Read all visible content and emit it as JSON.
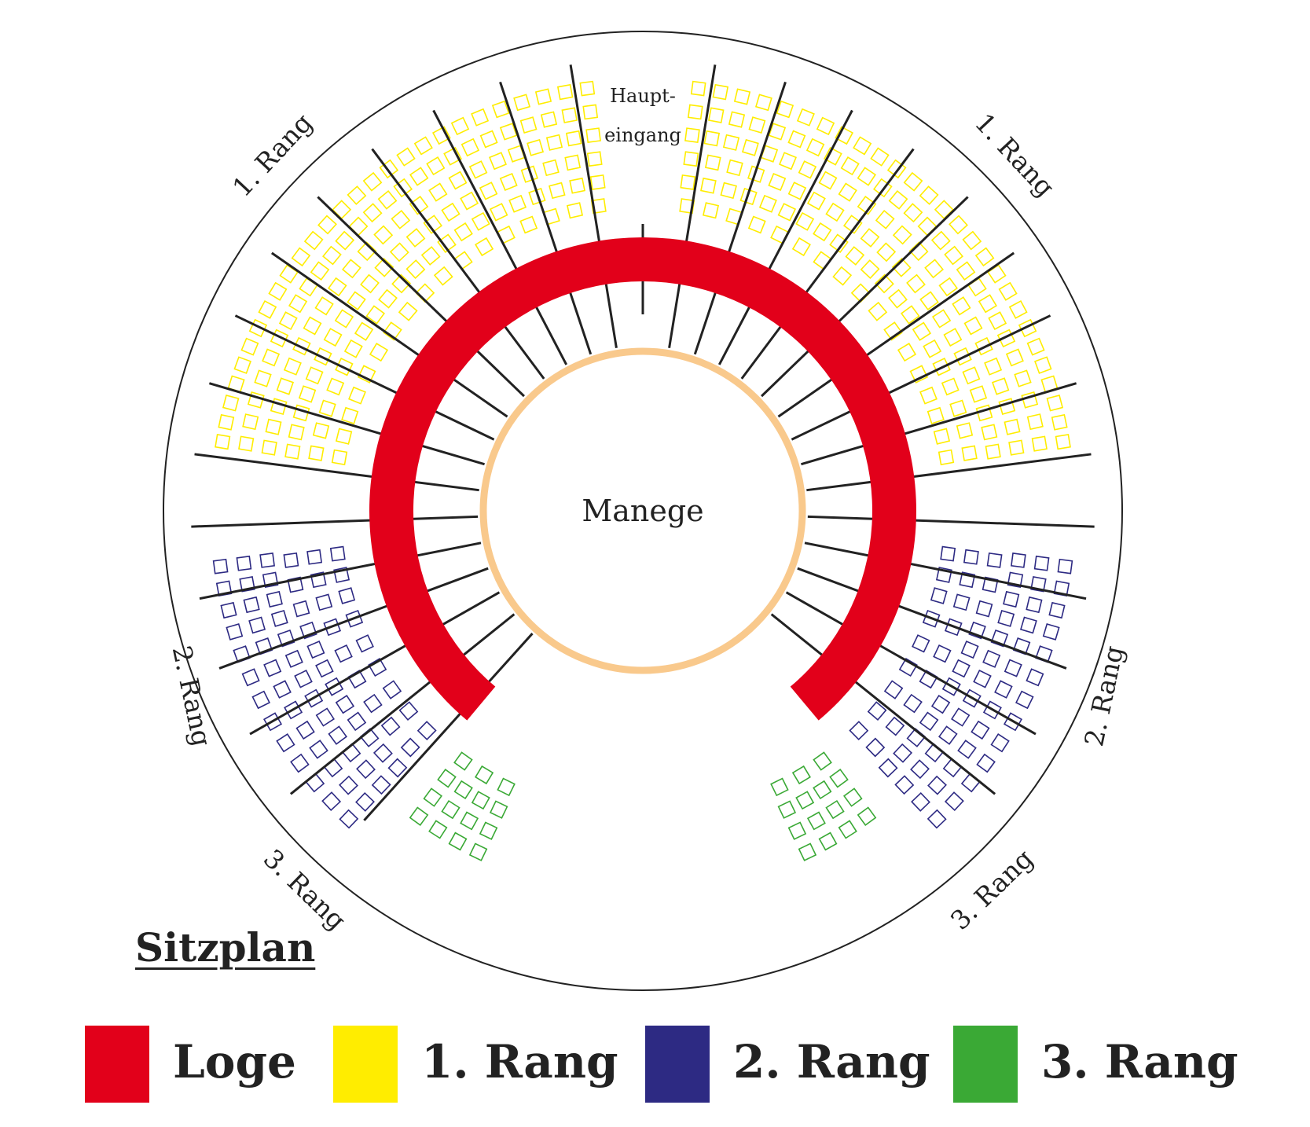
{
  "labels": {
    "manege": "Manege",
    "entrance_line1": "Haupt-",
    "entrance_line2": "eingang",
    "rang1": "1. Rang",
    "rang2": "2. Rang",
    "rang3": "3. Rang"
  },
  "title": "Sitzplan",
  "colors": {
    "loge": "#e2001a",
    "rang1": "#ffed00",
    "rang2": "#2d2a83",
    "rang3": "#3aa935",
    "manege_ring": "#f9c98c",
    "outline": "#222222"
  },
  "legend": [
    {
      "name": "loge-legend",
      "label": "Loge",
      "color": "#e2001a"
    },
    {
      "name": "rang1-legend",
      "label": "1. Rang",
      "color": "#ffed00"
    },
    {
      "name": "rang2-legend",
      "label": "2. Rang",
      "color": "#2d2a83"
    },
    {
      "name": "rang3-legend",
      "label": "3. Rang",
      "color": "#3aa935"
    }
  ]
}
